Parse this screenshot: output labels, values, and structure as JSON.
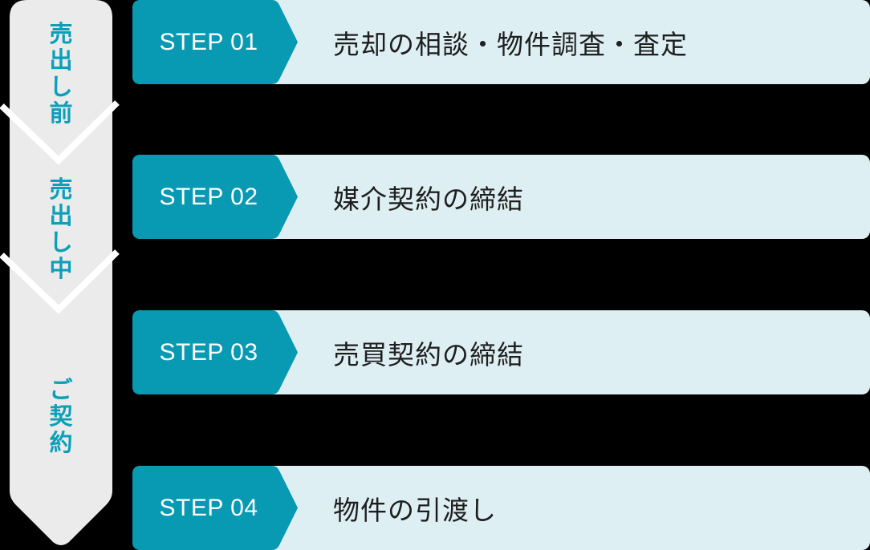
{
  "colors": {
    "accent": "#0899b3",
    "phase_text": "#0b9fba",
    "phase_bar": "#ebebeb",
    "row_bg": "#deeff3",
    "step_text": "#1e1e1e",
    "background": "#000000"
  },
  "phases": [
    {
      "label": "売出し前",
      "chars": [
        "売",
        "出",
        "し",
        "前"
      ]
    },
    {
      "label": "売出し中",
      "chars": [
        "売",
        "出",
        "し",
        "中"
      ]
    },
    {
      "label": "ご契約",
      "chars": [
        "ご",
        "契",
        "約"
      ]
    }
  ],
  "steps": [
    {
      "tab": "STEP 01",
      "title": "売却の相談・物件調査・査定"
    },
    {
      "tab": "STEP 02",
      "title": "媒介契約の締結"
    },
    {
      "tab": "STEP 03",
      "title": "売買契約の締結"
    },
    {
      "tab": "STEP 04",
      "title": "物件の引渡し"
    }
  ]
}
